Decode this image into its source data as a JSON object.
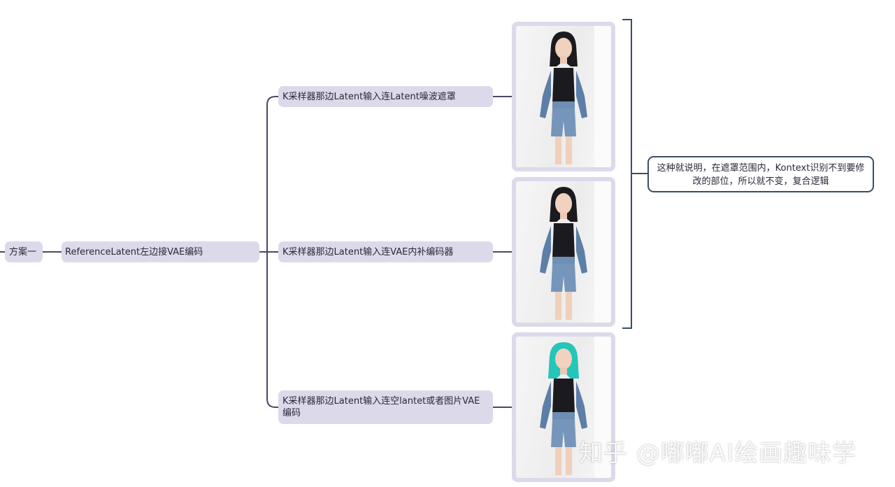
{
  "mindmap": {
    "root": {
      "label": "方案一"
    },
    "level1": {
      "label": "ReferenceLatent左边接VAE编码"
    },
    "branches": [
      {
        "label": "K采样器那边Latent输入连Latent噪波遮罩",
        "hair": "dark"
      },
      {
        "label": "K采样器那边Latent输入连VAE内补编码器",
        "hair": "dark"
      },
      {
        "label": "K采样器那边Latent输入连空lantet或者图片VAE编码",
        "hair": "teal"
      }
    ],
    "note": {
      "label": "这种就说明，在遮罩范围内，Kontext识别不到要修改的部位，所以就不变，复合逻辑"
    }
  },
  "colors": {
    "node_bg": "#dcdaea",
    "connector": "#4a4768",
    "bracket": "#3b4e62",
    "hair_dark": "#1b1b1f",
    "hair_teal": "#23c6b8"
  },
  "watermark": {
    "text": "知乎 @嘟嘟AI绘画趣味学"
  }
}
